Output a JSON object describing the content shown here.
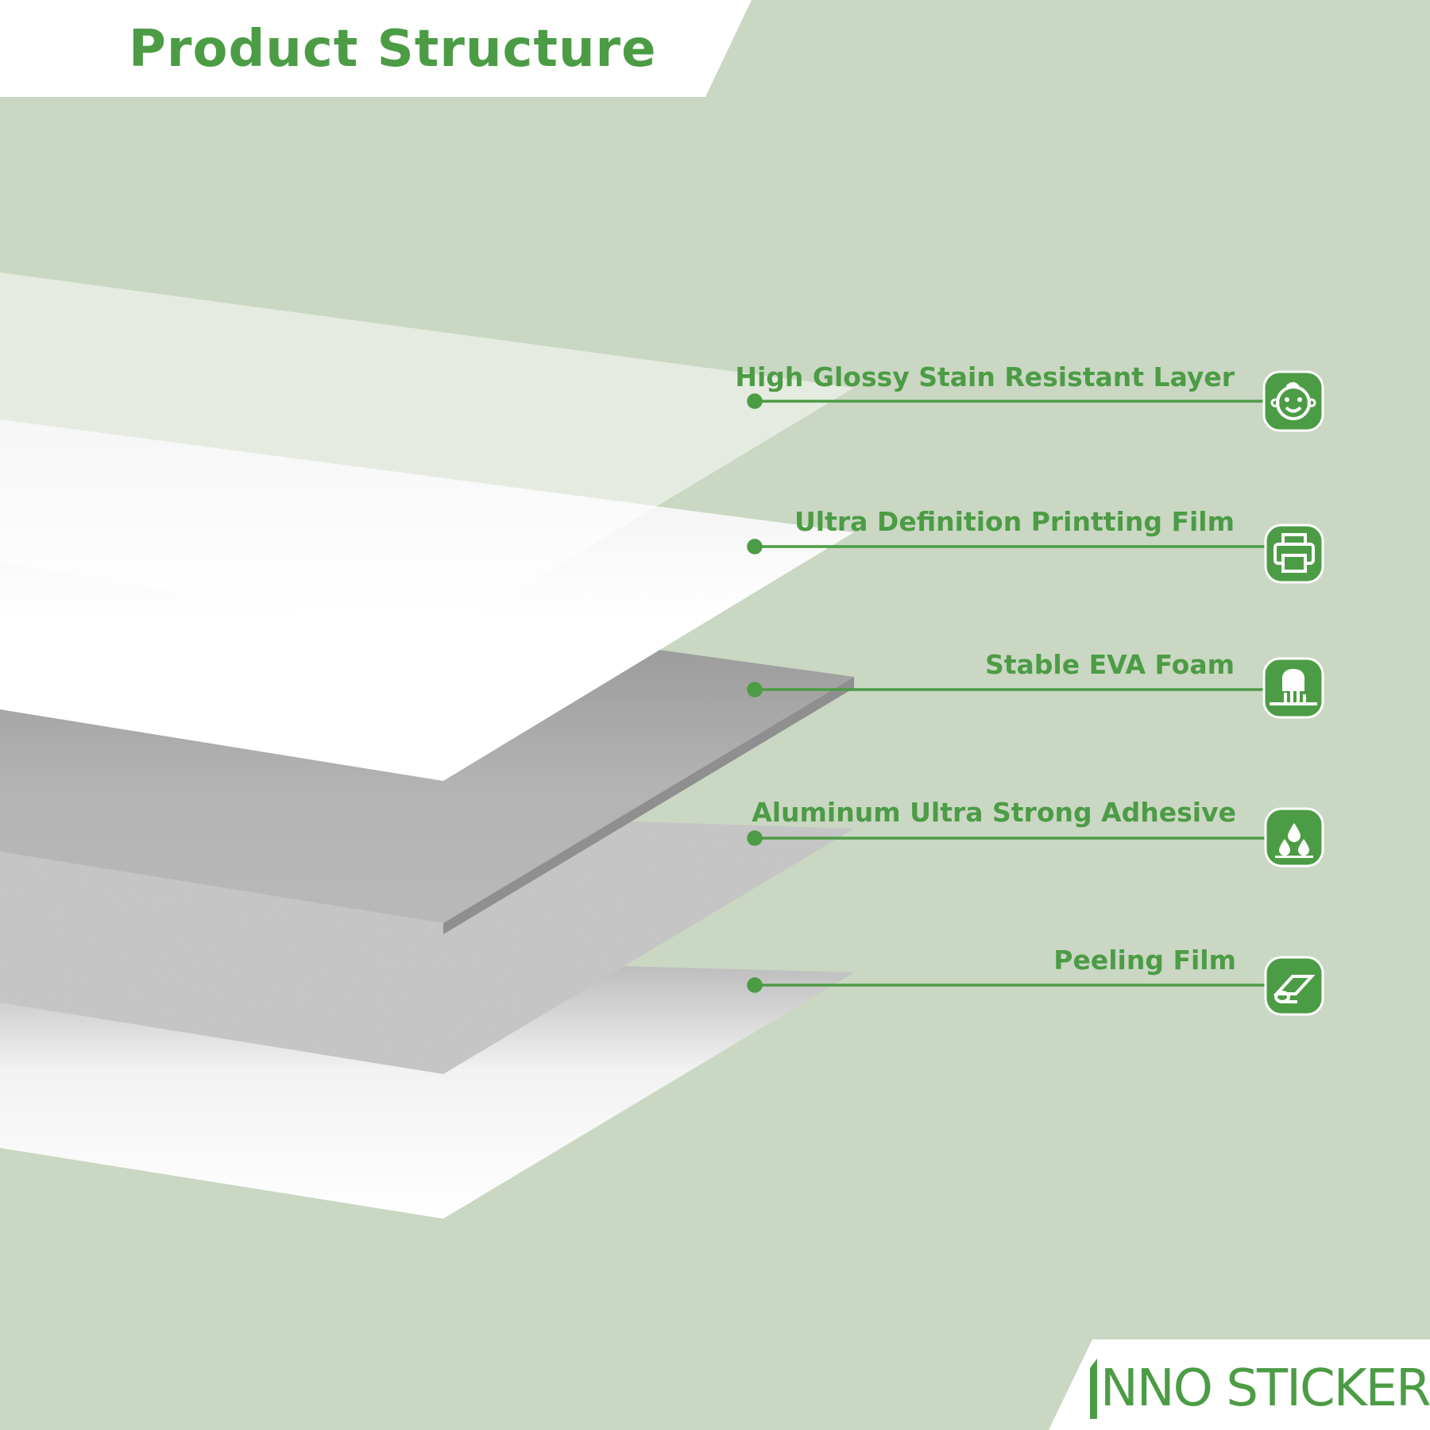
{
  "header": {
    "title": "Product Structure"
  },
  "colors": {
    "background": "#cad7c3",
    "accent": "#4c9c45",
    "white": "#ffffff"
  },
  "layers": [
    {
      "label": "High Glossy Stain Resistant Layer",
      "icon": "baby-face-icon"
    },
    {
      "label": "Ultra Definition Printting Film",
      "icon": "printer-icon"
    },
    {
      "label": "Stable EVA Foam",
      "icon": "hand-press-icon"
    },
    {
      "label": "Aluminum Ultra Strong Adhesive",
      "icon": "water-drops-icon"
    },
    {
      "label": "Peeling Film",
      "icon": "film-roll-icon"
    }
  ],
  "brand": {
    "name": "INNO STICKERS"
  }
}
